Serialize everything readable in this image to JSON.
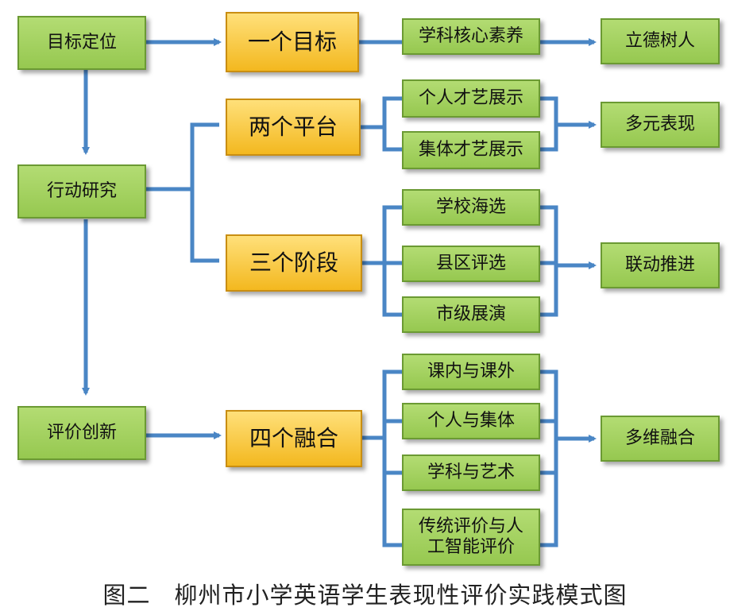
{
  "colors": {
    "line": "#4a86c5",
    "green": "#a6d166",
    "yellow": "#f7c93a"
  },
  "nodes": {
    "goal": "目标定位",
    "action": "行动研究",
    "innovation": "评价创新",
    "one_goal": "一个目标",
    "two_platforms": "两个平台",
    "three_stages": "三个阶段",
    "four_fusions": "四个融合",
    "core_literacy": "学科核心素养",
    "moral": "立德树人",
    "personal_talent": "个人才艺展示",
    "group_talent": "集体才艺展示",
    "diverse": "多元表现",
    "school_select": "学校海选",
    "county_select": "县区评选",
    "city_show": "市级展演",
    "linkage": "联动推进",
    "in_out_class": "课内与课外",
    "individual_group": "个人与集体",
    "subject_art": "学科与艺术",
    "traditional_ai": "传统评价与人工智能评价",
    "multidim": "多维融合"
  },
  "caption": "图二　柳州市小学英语学生表现性评价实践模式图"
}
